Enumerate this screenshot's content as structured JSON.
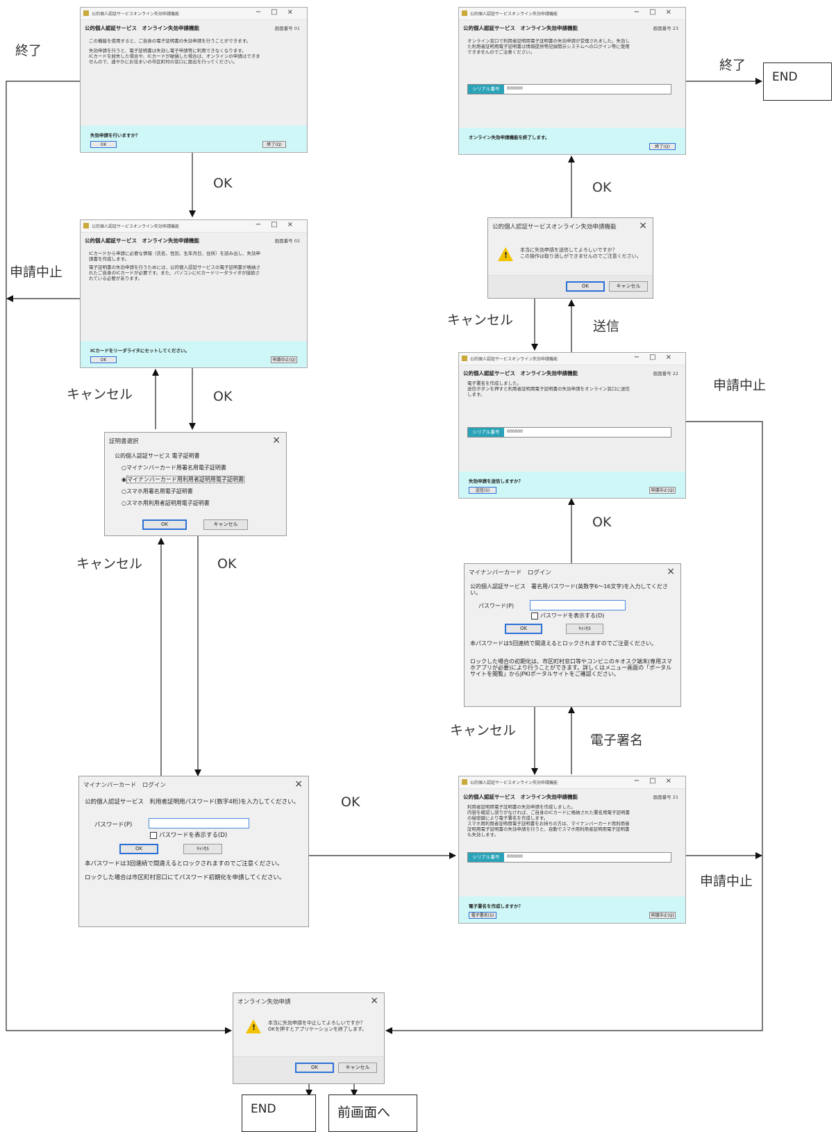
{
  "screens": {
    "s01": {
      "window_title": "公的個人認証サービスオンライン失効申請機能",
      "header": "公的個人認証サービス　オンライン失効申請機能",
      "screen_no": "画面番号 01",
      "lines": [
        "この機能を使用すると、ご自身の電子証明書の失効申請を行うことができます。",
        "",
        "失効申請を行うと、電子証明書は失効し電子申請等に利用できなくなります。",
        "ICカードを紛失した場合や、ICカードが破損した場合は、オンラインの申請はできま",
        "せんので、速やかにお住まいの市区町村の窓口に届出を行ってください。"
      ],
      "question": "失効申請を行いますか？",
      "ok": "OK",
      "other": "終了(Q)"
    },
    "s02": {
      "window_title": "公的個人認証サービスオンライン失効申請機能",
      "header": "公的個人認証サービス　オンライン失効申請機能",
      "screen_no": "画面番号 02",
      "lines": [
        "ICカードから申請に必要な情報（氏名、性別、生年月日、住所）を読み出し、失効申",
        "請書を作成します。",
        "",
        "電子証明書の失効申請を行うためには、公的個人認証サービスの電子証明書が格納さ",
        "れたご自身のICカードが必要です。また、パソコンにICカードリーダライタが接続さ",
        "れている必要があります。"
      ],
      "question": "ICカードをリーダライタにセットしてください。",
      "ok": "OK",
      "other": "申請中止(Q)"
    },
    "s21": {
      "window_title": "公的個人認証サービスオンライン失効申請機能",
      "header": "公的個人認証サービス　オンライン失効申請機能",
      "screen_no": "画面番号 21",
      "lines": [
        "利用者証明用電子証明書の失効申請を作成しました。",
        "内容を確認し誤りがなければ、ご自身のICカードに格納された署名用電子証明書",
        "の秘密鍵により電子署名を作成します。",
        "スマホ用利用者証明用電子証明書をお持ちの方は、マイナンバーカード用利用者",
        "証明用電子証明書の失効申請を行うと、自動でスマホ用利用者証明用電子証明書",
        "も失効します。"
      ],
      "serial_label": "シリアル番号",
      "serial_value": "000000",
      "question": "電子署名を作成しますか？",
      "ok": "電子署名(S)",
      "other": "申請中止(Q)"
    },
    "s22": {
      "window_title": "公的個人認証サービスオンライン失効申請機能",
      "header": "公的個人認証サービス　オンライン失効申請機能",
      "screen_no": "画面番号 22",
      "lines": [
        "電子署名を作成しました。",
        "送信ボタンを押すと利用者証明用電子証明書の失効申請をオンライン窓口に送信",
        "します。"
      ],
      "serial_label": "シリアル番号",
      "serial_value": "000000",
      "question": "失効申請を送信しますか？",
      "ok": "送信(S)",
      "other": "申請中止(Q)"
    },
    "s23": {
      "window_title": "公的個人認証サービスオンライン失効申請機能",
      "header": "公的個人認証サービス　オンライン失効申請機能",
      "screen_no": "画面番号 23",
      "lines": [
        "オンライン窓口で利用者証明用電子証明書の失効申請が受理されました。失効し",
        "た利用者証明用電子証明書は情報提供等記録開示システムへのログイン等に使用",
        "できませんのでご注意ください。"
      ],
      "serial_label": "シリアル番号",
      "serial_value": "000000",
      "question": "オンライン失効申請機能を終了します。",
      "other": "終了(Q)"
    }
  },
  "dialogs": {
    "cert_select": {
      "title": "証明書選択",
      "group": "公的個人認証サービス 電子証明書",
      "options": [
        "マイナンバーカード用署名用電子証明書",
        "マイナンバーカード用利用者証明用電子証明書",
        "スマホ用署名用電子証明書",
        "スマホ用利用者証明用電子証明書"
      ],
      "ok": "OK",
      "cancel": "キャンセル"
    },
    "login_user": {
      "title": "マイナンバーカード　ログイン",
      "prompt": "公的個人認証サービス　利用者証明用パスワード(数字4桁)を入力してください。",
      "pwd_label": "パスワード(P)",
      "show_pwd": "パスワードを表示する(D)",
      "ok": "OK",
      "cancel": "ｷｬﾝｾﾙ",
      "note1": "本パスワードは3回連続で間違えるとロックされますのでご注意ください。",
      "note2": "ロックした場合は市区町村窓口にてパスワード初期化を申請してください。"
    },
    "login_sign": {
      "title": "マイナンバーカード　ログイン",
      "prompt": "公的個人認証サービス　署名用パスワード(英数字6～16文字)を入力してください。",
      "pwd_label": "パスワード(P)",
      "show_pwd": "パスワードを表示する(D)",
      "ok": "OK",
      "cancel": "ｷｬﾝｾﾙ",
      "note1": "本パスワードは5回連続で間違えるとロックされますのでご注意ください。",
      "note2": "ロックした場合の初期化は、市区町村窓口等やコンビニのキオスク端末(専用スマホアプリが必要)により行うことができます。詳しくはメニュー画面の「ポータルサイトを閲覧」からJPKIポータルサイトをご確認ください。"
    },
    "confirm_send": {
      "title": "公的個人認証サービスオンライン失効申請機能",
      "msg1": "本当に失効申請を送信してよろしいですか？",
      "msg2": "この操作は取り消しができませんのでご注意ください。",
      "ok": "OK",
      "cancel": "キャンセル"
    },
    "confirm_abort": {
      "title": "オンライン失効申請",
      "msg1": "本当に失効申請を中止してよろしいですか？",
      "msg2": "OKを押すとアプリケーションを終了します。",
      "ok": "OK",
      "cancel": "キャンセル"
    }
  },
  "flow_labels": {
    "end_left": "終了",
    "end_right": "終了",
    "ok": "OK",
    "cancel": "キャンセル",
    "abort": "申請中止",
    "send": "送信",
    "sign": "電子署名",
    "end_box": "END",
    "back_box": "前画面へ"
  },
  "colors": {
    "footer": "#cff7f7",
    "serial": "#2aa3b8",
    "warning": "#f2c200",
    "focus": "#2a6fd6"
  }
}
